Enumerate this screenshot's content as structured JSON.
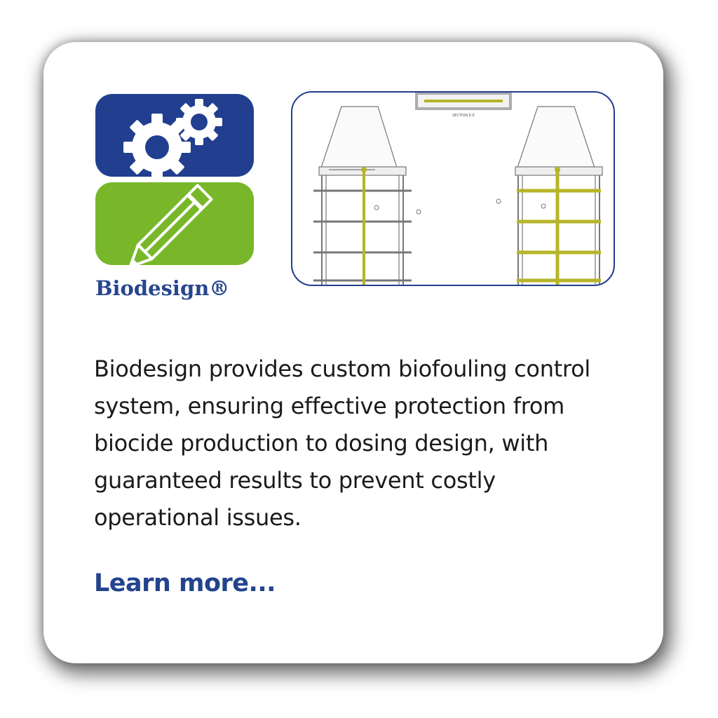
{
  "logo": {
    "text": "Biodesign®",
    "top_color": "#213f8e",
    "bottom_color": "#78b72a",
    "icons": [
      "gears-icon",
      "pencil-icon"
    ]
  },
  "drawing": {
    "caption": "SECTION E-E",
    "accent_color": "#213f8e",
    "pipe_color": "#b5b528"
  },
  "description": "Biodesign provides custom biofouling control system, ensuring effective protection from biocide production to dosing design, with guaranteed results to prevent costly operational issues.",
  "link": {
    "label": "Learn more...",
    "color": "#23448d"
  }
}
